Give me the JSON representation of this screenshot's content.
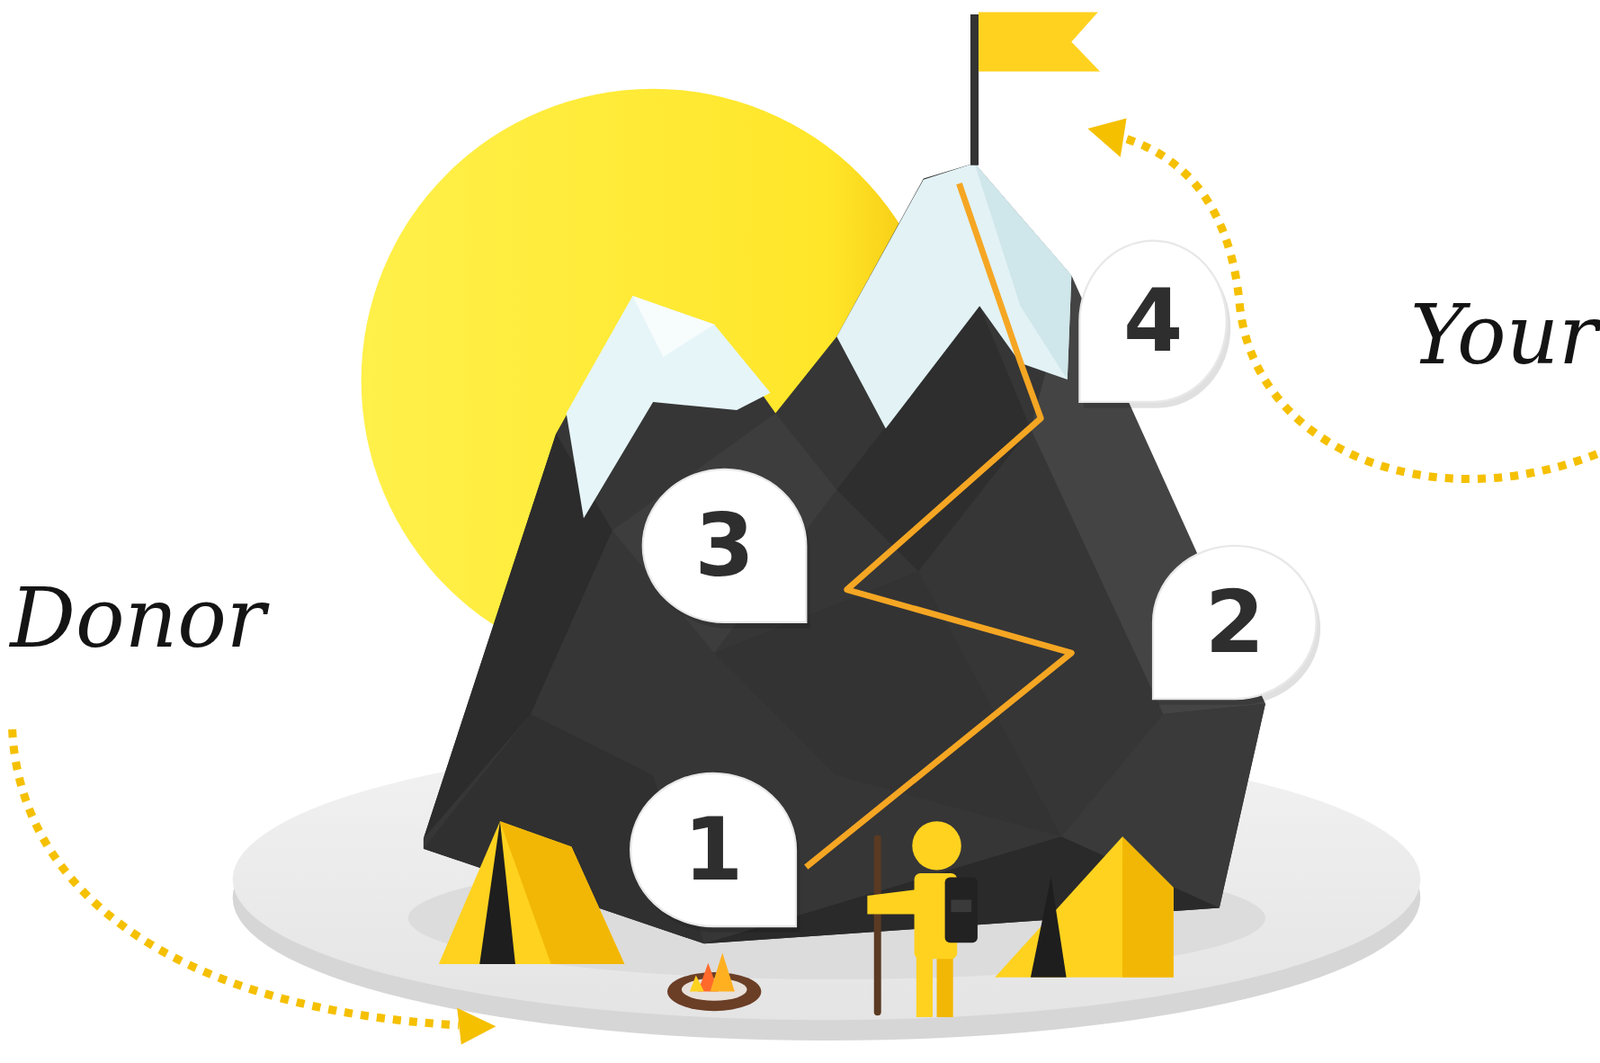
{
  "diagram": {
    "nodes": [
      {
        "text": [
          "1"
        ]
      },
      {
        "text": [
          "2"
        ]
      },
      {
        "text": [
          "3"
        ]
      },
      {
        "text": [
          "4"
        ]
      }
    ],
    "labels": [
      "Donor",
      "Your"
    ]
  }
}
